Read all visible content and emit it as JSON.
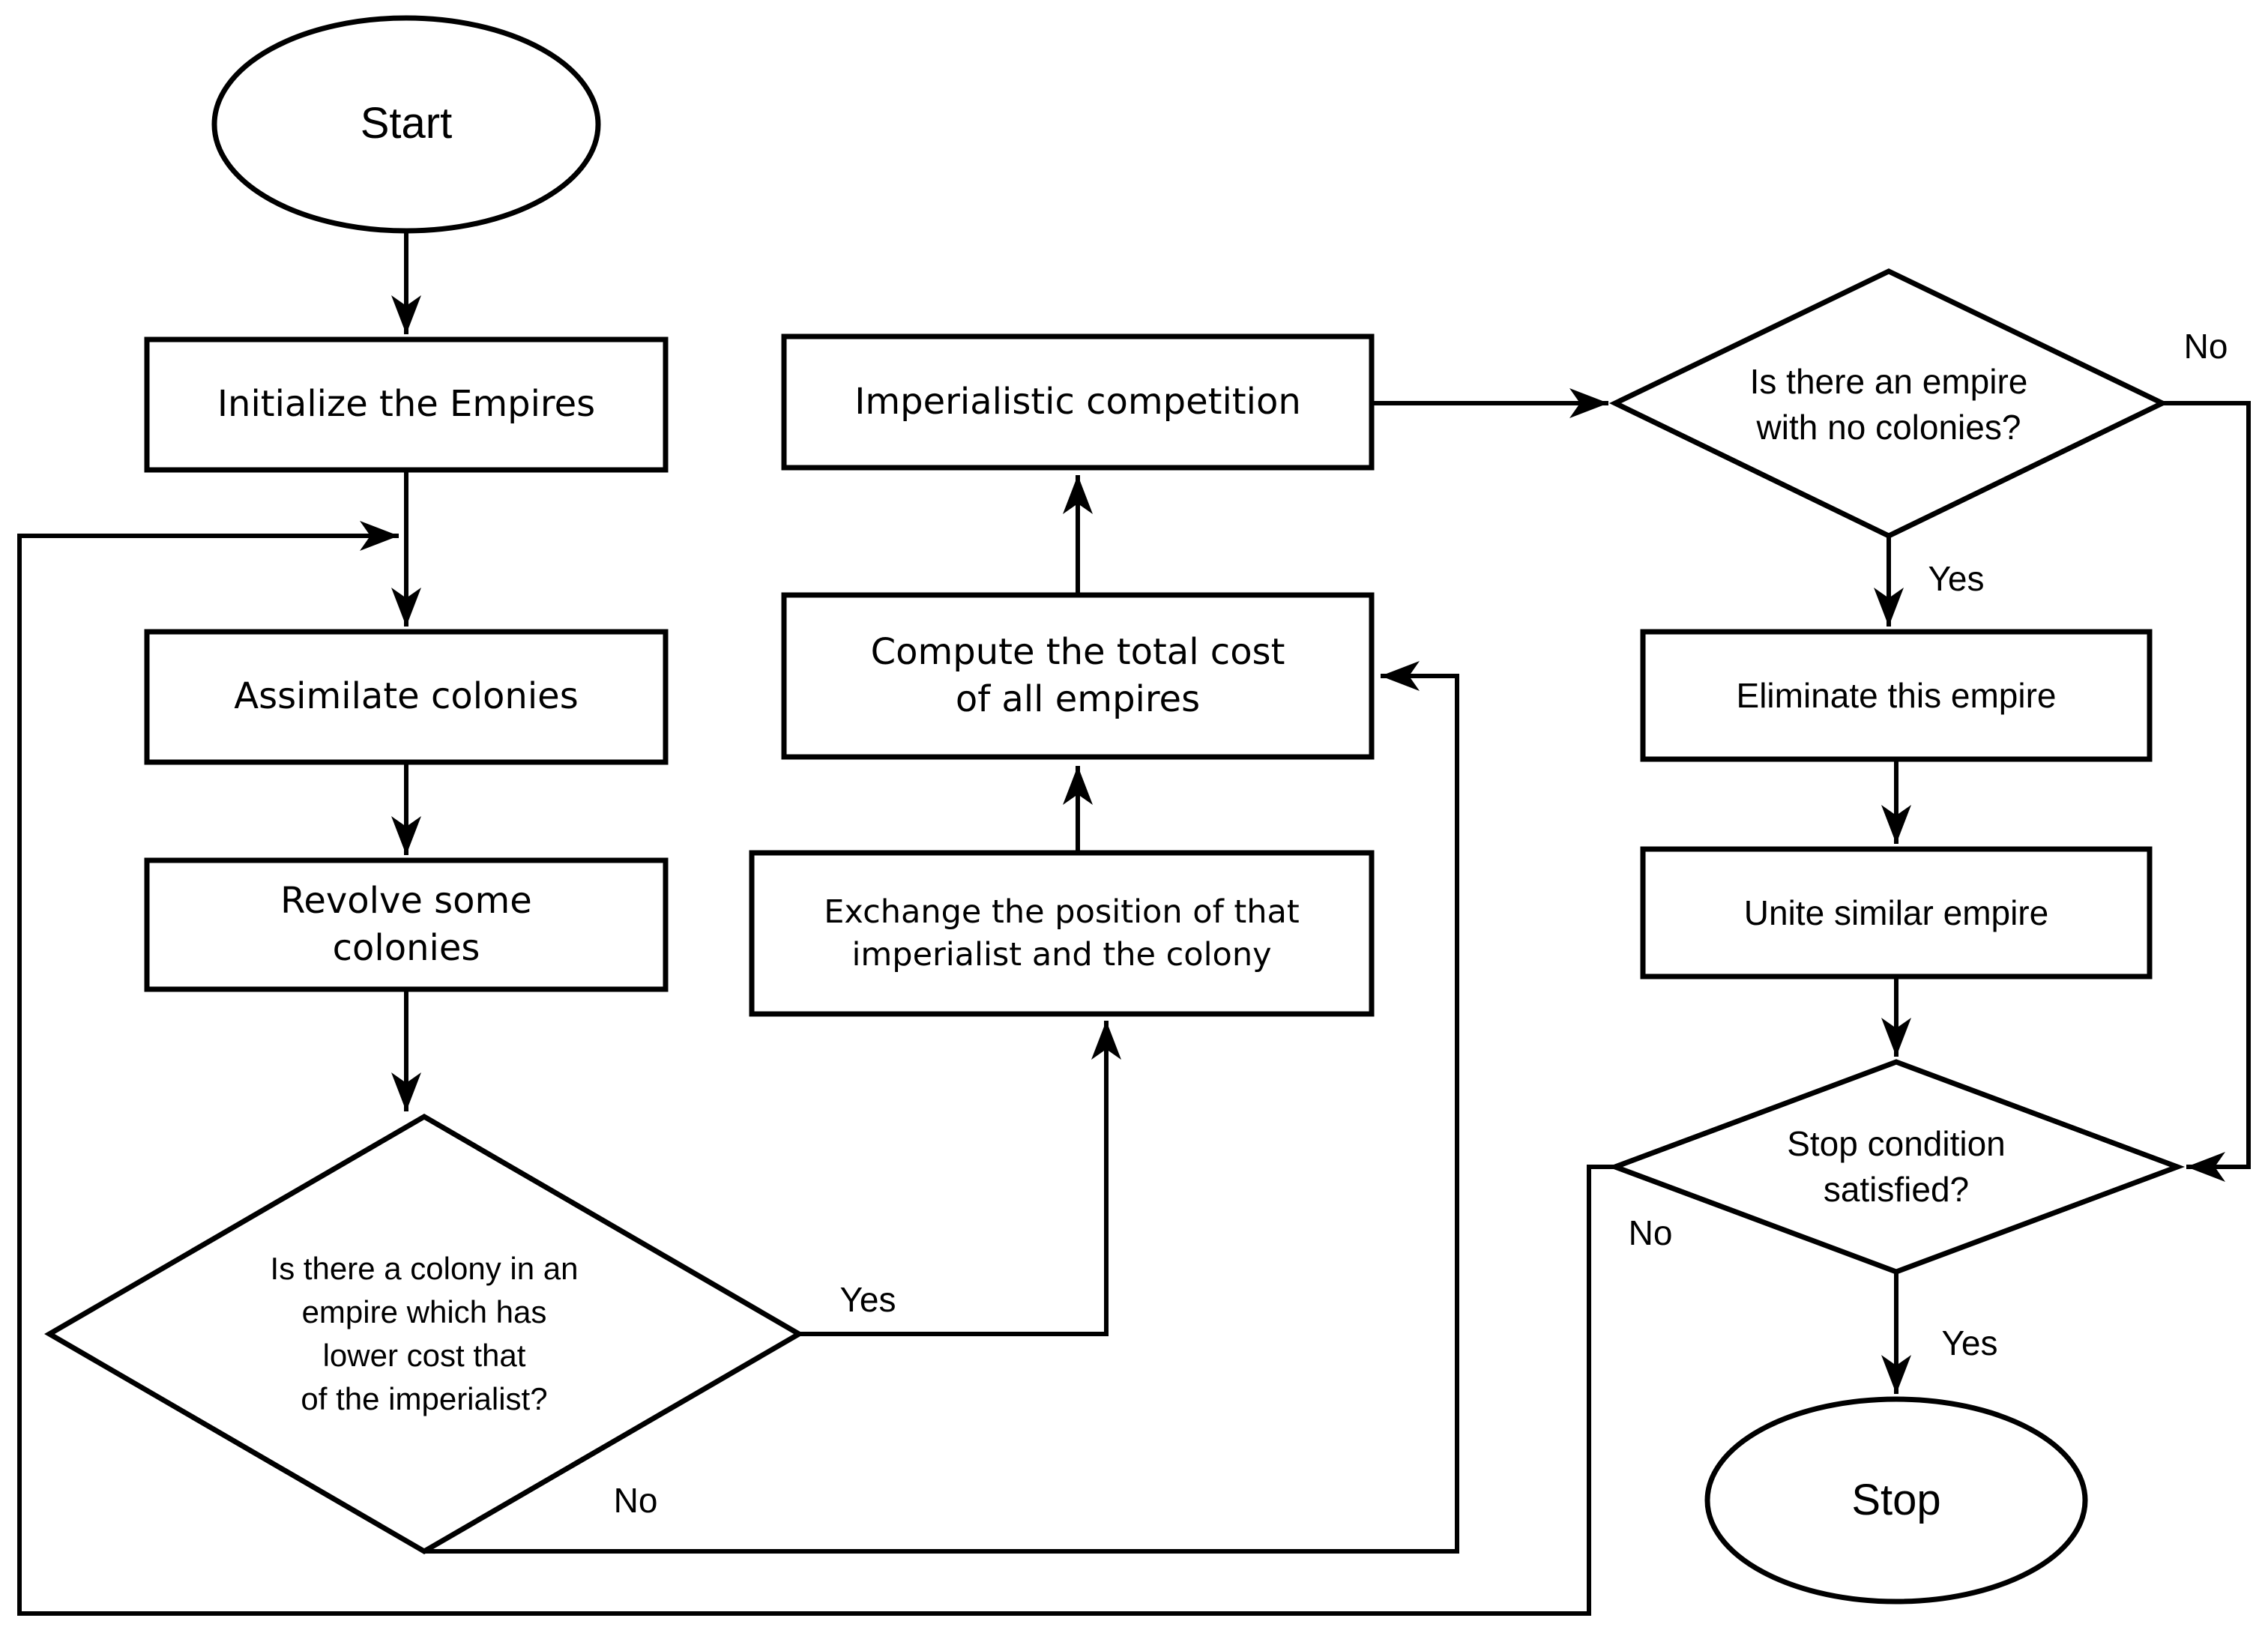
{
  "colors": {
    "line": "#000000",
    "background": "#ffffff",
    "text": "#000000"
  },
  "nodes": {
    "start": {
      "label": "Start",
      "type": "terminator"
    },
    "initialize": {
      "label": "Initialize the Empires",
      "type": "process"
    },
    "assimilate": {
      "label": "Assimilate colonies",
      "type": "process"
    },
    "revolve": {
      "label": "Revolve some\ncolonies",
      "type": "process"
    },
    "colony_check": {
      "label": "Is there a colony in an\nempire which has\nlower cost that\nof the imperialist?",
      "type": "decision"
    },
    "exchange": {
      "label": "Exchange the position of that\nimperialist and the colony",
      "type": "process"
    },
    "compute": {
      "label": "Compute the total cost\nof all empires",
      "type": "process"
    },
    "competition": {
      "label": "Imperialistic competition",
      "type": "process"
    },
    "empire_check": {
      "label": "Is there an empire\nwith no colonies?",
      "type": "decision"
    },
    "eliminate": {
      "label": "Eliminate this empire",
      "type": "process"
    },
    "unite": {
      "label": "Unite similar empire",
      "type": "process"
    },
    "stop_check": {
      "label": "Stop condition\nsatisfied?",
      "type": "decision"
    },
    "stop": {
      "label": "Stop",
      "type": "terminator"
    }
  },
  "edge_labels": {
    "colony_yes": "Yes",
    "colony_no": "No",
    "empire_yes": "Yes",
    "empire_no": "No",
    "stop_yes": "Yes",
    "stop_no": "No"
  }
}
